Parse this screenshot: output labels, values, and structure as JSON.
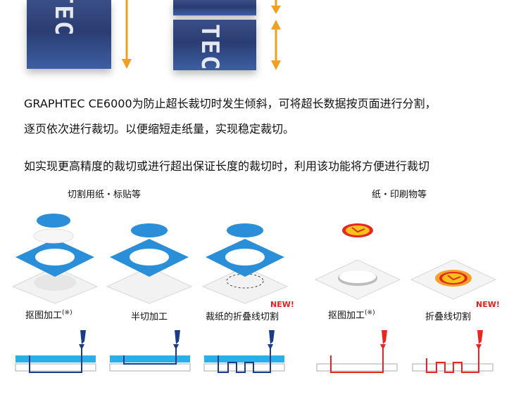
{
  "banner": {
    "logo_text_left": "PHTEC",
    "logo_text_right": "TEC"
  },
  "text": {
    "line1": "GRAPHTEC CE6000为防止超长裁切时发生倾斜，可将超长数据按页面进行分割，",
    "line2": "逐页依次进行裁切。以便缩短走纸量，实现稳定裁切。",
    "line3": "如实现更高精度的裁切或进行超出保证长度的裁切时，利用该功能将方便进行裁切"
  },
  "groups": {
    "left_title": "切割用纸・标贴等",
    "right_title": "纸・印刷物等"
  },
  "items": [
    {
      "label": "抠图加工",
      "note": "(※)",
      "new": ""
    },
    {
      "label": "半切加工",
      "note": "",
      "new": ""
    },
    {
      "label": "裁纸的折叠线切割",
      "note": "",
      "new": "NEW!"
    },
    {
      "label": "抠图加工",
      "note": "(※)",
      "new": ""
    },
    {
      "label": "折叠线切割",
      "note": "",
      "new": "NEW!"
    }
  ],
  "colors": {
    "blue": "#2a8fd8",
    "dark_blue": "#1a3a8a",
    "red": "#e8251f",
    "arrow": "#f0a020",
    "navy_block": "#2e4378"
  }
}
